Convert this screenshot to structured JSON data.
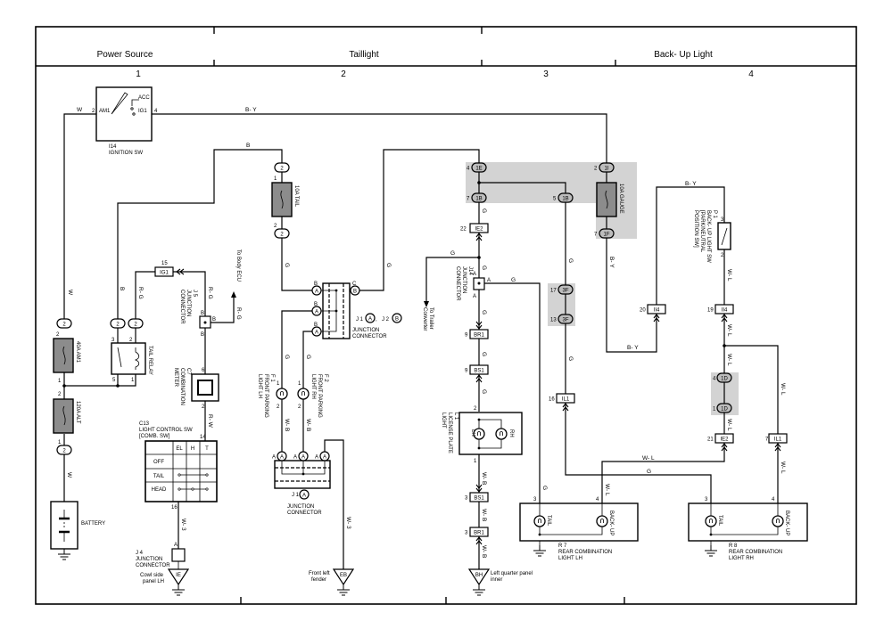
{
  "header": {
    "sections": [
      "Power Source",
      "Taillight",
      "Back- Up Light"
    ],
    "columns": [
      "1",
      "2",
      "3",
      "4"
    ]
  },
  "wires": {
    "W": "W",
    "B": "B",
    "BY": "B- Y",
    "G": "G",
    "RG": "R- G",
    "RW": "R- W",
    "WB": "W- B",
    "W3": "W- 3",
    "WL": "W- L"
  },
  "pins": {
    "p1": "1",
    "p2": "2",
    "p3": "3",
    "p4": "4",
    "p5": "5",
    "p6": "6",
    "p7": "7",
    "p9": "9",
    "p13": "13",
    "p14": "14",
    "p15": "15",
    "p16": "16",
    "p17": "17",
    "p19": "19",
    "p20": "20",
    "p21": "21",
    "p22": "22",
    "A": "A",
    "B": "B",
    "C": "C"
  },
  "conn": {
    "c2": "2",
    "c1E": "1E",
    "c1B": "1B",
    "c1I": "1I",
    "c1F": "1F",
    "IE2": "IE2",
    "BR1": "BR1",
    "BS1": "BS1",
    "c3F": "3F",
    "IL1": "IL1",
    "II4": "II4",
    "c1D": "1D",
    "IG1": "IG1",
    "A": "A",
    "B": "B"
  },
  "ignition": {
    "id": "I14",
    "name": "IGNITION SW",
    "acc": "ACC",
    "am1": "AM1",
    "ig1": "IG1"
  },
  "fuses": {
    "tail": "10A TAIL",
    "gauge": "10A GAUGE",
    "am1": "40A AM1",
    "alt": "120A ALT"
  },
  "relay": {
    "name": "TAIL RELAY"
  },
  "j5": {
    "id": "J 5",
    "name1": "JUNCTION",
    "name2": "CONNECTOR"
  },
  "body_ecu": "To Body ECU",
  "meter": {
    "id": "C7",
    "name1": "COMBINATION",
    "name2": "METER"
  },
  "c13": {
    "id": "C13",
    "name": "LIGHT CONTROL SW",
    "sub": "[COMB. SW]",
    "cols": [
      "EL",
      "H",
      "T"
    ],
    "rows": [
      "OFF",
      "TAIL",
      "HEAD"
    ]
  },
  "battery": "BATTERY",
  "j4": {
    "id": "J 4",
    "name1": "JUNCTION",
    "name2": "CONNECTOR"
  },
  "grounds": {
    "IE": "IE",
    "EB": "EB",
    "BH": "BH",
    "cowl1": "Cowl side",
    "cowl2": "panel LH",
    "fender1": "Front left",
    "fender2": "fender",
    "quarter1": "Left quarter panel",
    "quarter2": "inner"
  },
  "j12": {
    "legend1": "J 1",
    "legend2": "J 2",
    "sep": ",",
    "name1": "JUNCTION",
    "name2": "CONNECTOR"
  },
  "j1": {
    "id": "J 1",
    "name1": "JUNCTION",
    "name2": "CONNECTOR"
  },
  "f1": {
    "id": "F 1",
    "name1": "FRONT PARKING",
    "name2": "LIGHT LH"
  },
  "f2": {
    "id": "F 2",
    "name1": "FRONT PARKING",
    "name2": "LIGHT RH"
  },
  "j14": {
    "id": "J14",
    "name1": "JUNCTION",
    "name2": "CONNECTOR"
  },
  "trailer": {
    "l1": "To Trailer",
    "l2": "Converter"
  },
  "l1": {
    "id": "L 1",
    "name1": "LICENSE PLATE",
    "name2": "LIGHT",
    "lh": "LH",
    "rh": "RH"
  },
  "p1sw": {
    "id": "P 1",
    "name1": "BACK- UP LIGHT SW",
    "name2": "[PARK/NEUTRAL",
    "name3": "POSITION SW]"
  },
  "r7": {
    "id": "R 7",
    "name1": "REAR COMBINATION",
    "name2": "LIGHT LH",
    "tail": "TAIL",
    "backup": "BACK- UP"
  },
  "r8": {
    "id": "R 8",
    "name1": "REAR COMBINATION",
    "name2": "LIGHT RH",
    "tail": "TAIL",
    "backup": "BACK- UP"
  }
}
